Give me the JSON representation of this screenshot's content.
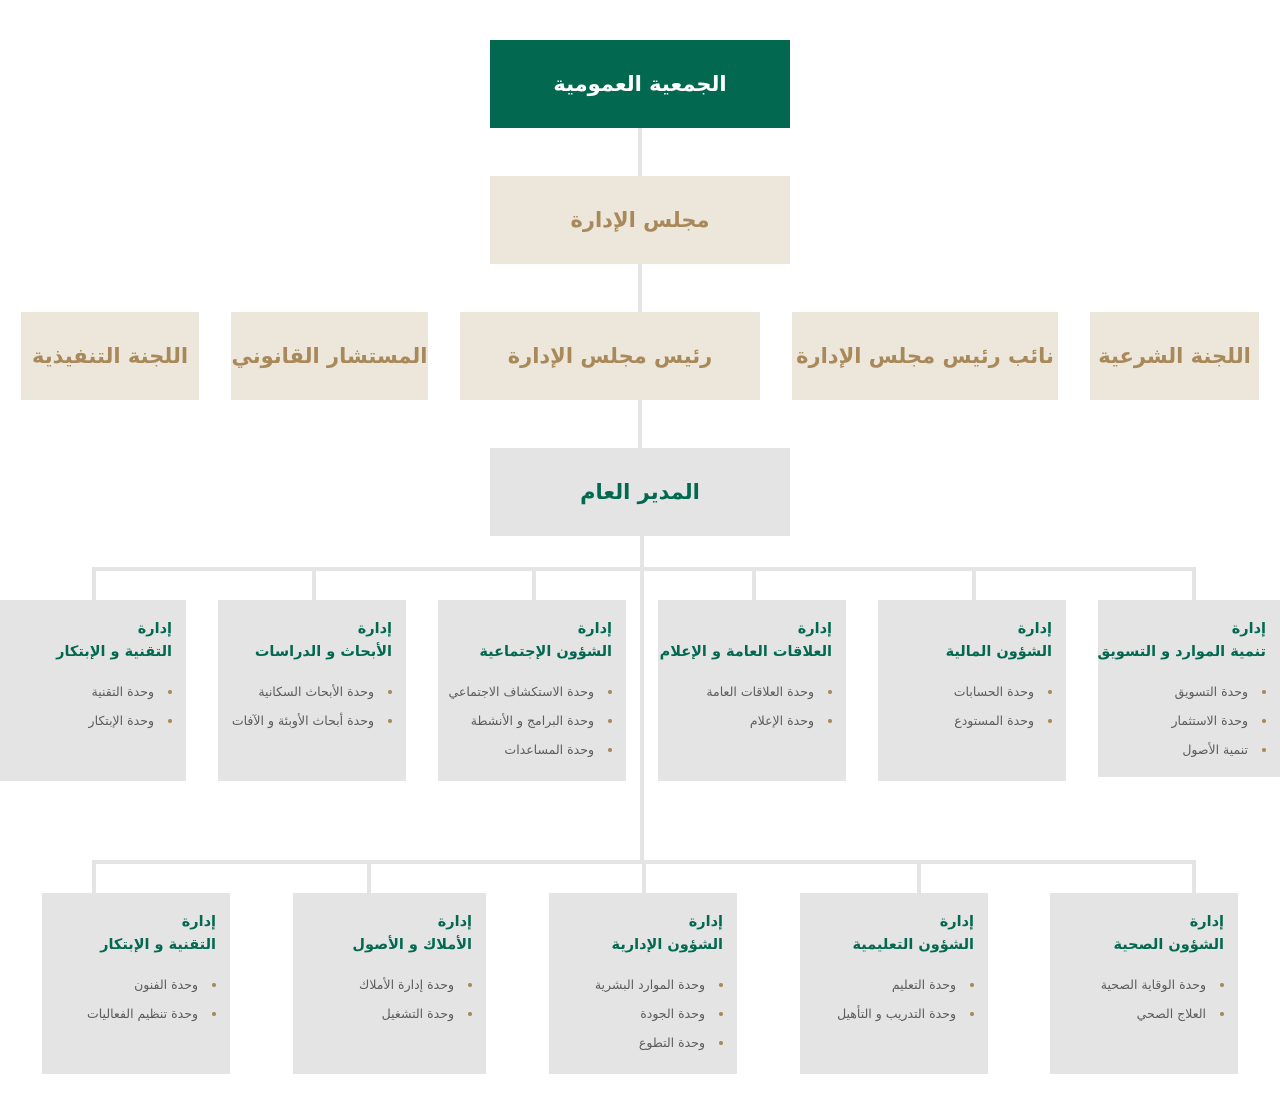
{
  "top": {
    "assembly": "الجمعية العمومية",
    "board": "مجلس الإدارة"
  },
  "board_row": [
    "اللجنة الشرعية",
    "نائب رئيس مجلس الإدارة",
    "رئيس مجلس الإدارة",
    "المستشار القانوني",
    "اللجنة التنفيذية"
  ],
  "general_manager": "المدير العام",
  "dept_prefix": "إدارة",
  "departments_row1": [
    {
      "name": "تنمية الموارد و التسويق",
      "units": [
        "وحدة التسويق",
        "وحدة الاستثمار",
        "تنمية الأصول"
      ]
    },
    {
      "name": "الشؤون المالية",
      "units": [
        "وحدة الحسابات",
        "وحدة المستودع"
      ]
    },
    {
      "name": "العلاقات العامة و الإعلام",
      "units": [
        "وحدة العلاقات العامة",
        "وحدة الإعلام"
      ]
    },
    {
      "name": "الشؤون الإجتماعية",
      "units": [
        "وحدة الاستكشاف الاجتماعي",
        "وحدة البرامج و الأنشطة",
        "وحدة المساعدات"
      ]
    },
    {
      "name": "الأبحاث و الدراسات",
      "units": [
        "وحدة الأبحاث السكانية",
        "وحدة أبحاث الأوبئة و الآفات"
      ]
    },
    {
      "name": "التقنية و الإبتكار",
      "units": [
        "وحدة التقنية",
        "وحدة الإبتكار"
      ]
    }
  ],
  "departments_row2": [
    {
      "name": "الشؤون الصحية",
      "units": [
        "وحدة الوقاية الصحية",
        "العلاج الصحي"
      ]
    },
    {
      "name": "الشؤون التعليمية",
      "units": [
        "وحدة التعليم",
        "وحدة التدريب و التأهيل"
      ]
    },
    {
      "name": "الشؤون الإدارية",
      "units": [
        "وحدة الموارد البشرية",
        "وحدة الجودة",
        "وحدة التطوع"
      ]
    },
    {
      "name": "الأملاك و الأصول",
      "units": [
        "وحدة إدارة الأملاك",
        "وحدة التشغيل"
      ]
    },
    {
      "name": "التقنية و الإبتكار",
      "units": [
        "وحدة الفنون",
        "وحدة تنظيم الفعاليات"
      ]
    }
  ],
  "colors": {
    "green": "#026950",
    "beige": "#ede6da",
    "gold": "#a8895a",
    "gray": "#e4e4e4"
  }
}
